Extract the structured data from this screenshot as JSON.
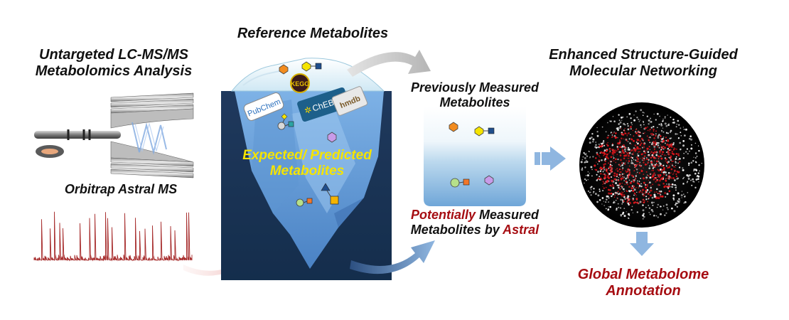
{
  "left": {
    "title_line1": "Untargeted LC-MS/MS",
    "title_line2": "Metabolomics Analysis",
    "instrument_label": "Orbitrap Astral MS"
  },
  "center": {
    "title": "Reference Metabolites",
    "databases": [
      "PubChem",
      "KEGG",
      "ChEBI",
      "hmdb"
    ],
    "iceberg_line1": "Expected/ Predicted",
    "iceberg_line2": "Metabolites"
  },
  "right_middle": {
    "top_line1": "Previously Measured",
    "top_line2": "Metabolites",
    "bottom_emph": "Potentially",
    "bottom_line1_rest": " Measured",
    "bottom_line2_pre": "Metabolites by ",
    "bottom_emph2": "Astral"
  },
  "right": {
    "title_line1": "Enhanced Structure-Guided",
    "title_line2": "Molecular Networking",
    "output_line1": "Global Metabolome",
    "output_line2": "Annotation"
  },
  "colors": {
    "iceberg_dark": "#1e3a5f",
    "emphasis_red": "#a60d12",
    "iceberg_text": "#f5e400",
    "network_red": "#e8151b"
  },
  "icons": [
    "mass-spectrometer-icon",
    "spectrum-icon",
    "iceberg-icon",
    "beaker-icon",
    "network-icon",
    "arrow-icon"
  ]
}
